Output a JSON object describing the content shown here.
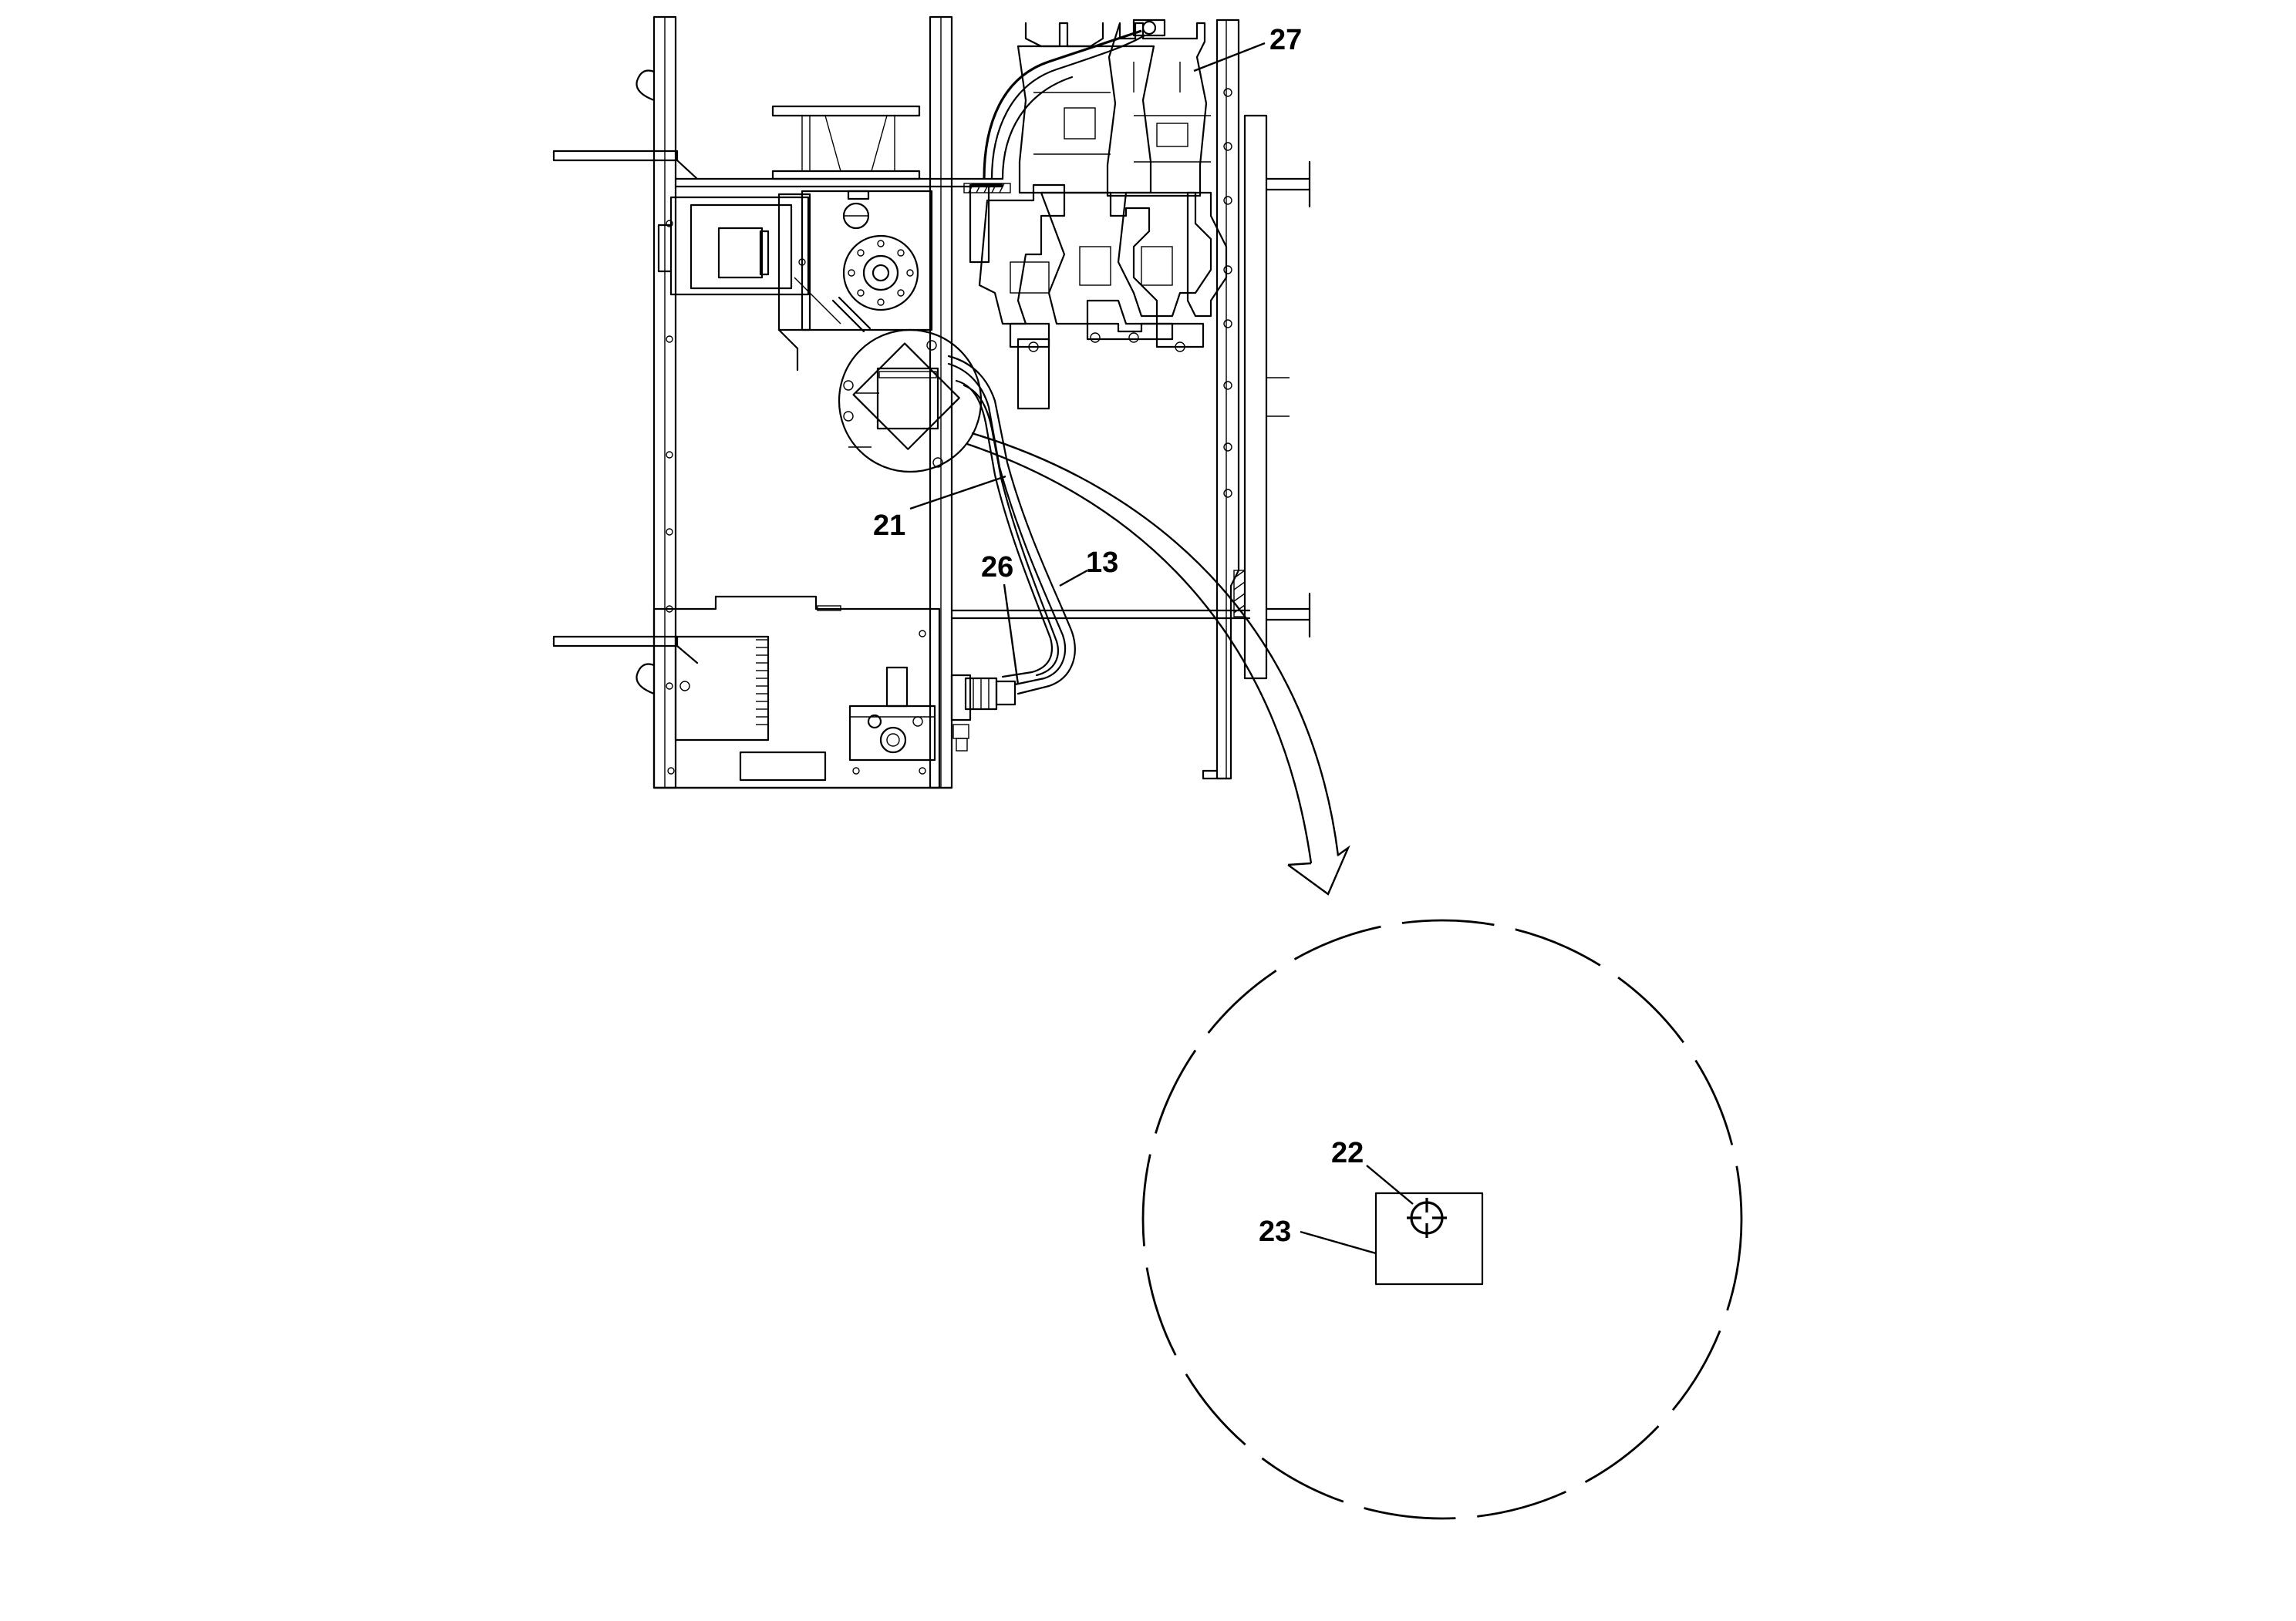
{
  "callouts": {
    "c27": "27",
    "c21": "21",
    "c26": "26",
    "c13": "13",
    "c22": "22",
    "c23": "23"
  },
  "icons": {
    "arrow": "detail-arrow-icon",
    "fitting": "fitting-symbol-icon"
  },
  "colors": {
    "line": "#000000",
    "background": "#ffffff"
  }
}
